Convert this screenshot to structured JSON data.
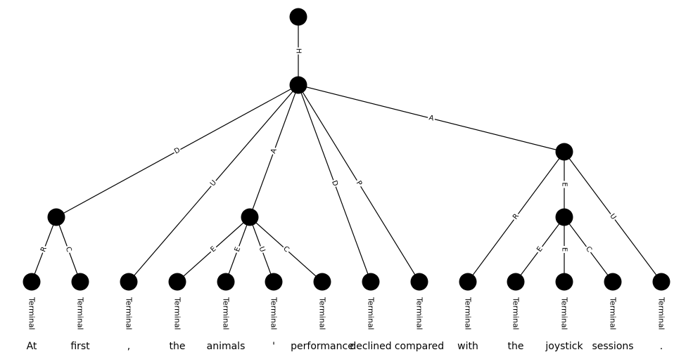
{
  "terminal_label": "Terminal",
  "nodes": [
    {
      "id": "n0"
    },
    {
      "id": "n1"
    },
    {
      "id": "n2"
    },
    {
      "id": "n3"
    },
    {
      "id": "n4"
    },
    {
      "id": "n5"
    }
  ],
  "terminals": [
    {
      "id": "t0",
      "word": "At"
    },
    {
      "id": "t1",
      "word": "first"
    },
    {
      "id": "t2",
      "word": ","
    },
    {
      "id": "t3",
      "word": "the"
    },
    {
      "id": "t4",
      "word": "animals"
    },
    {
      "id": "t5",
      "word": "'"
    },
    {
      "id": "t6",
      "word": "performance"
    },
    {
      "id": "t7",
      "word": "declined"
    },
    {
      "id": "t8",
      "word": "compared"
    },
    {
      "id": "t9",
      "word": "with"
    },
    {
      "id": "t10",
      "word": "the"
    },
    {
      "id": "t11",
      "word": "joystick"
    },
    {
      "id": "t12",
      "word": "sessions"
    },
    {
      "id": "t13",
      "word": "."
    }
  ],
  "edges": [
    {
      "from": "n0",
      "to": "n1",
      "label": "H"
    },
    {
      "from": "n1",
      "to": "n2",
      "label": "D"
    },
    {
      "from": "n1",
      "to": "t2",
      "label": "U"
    },
    {
      "from": "n1",
      "to": "n3",
      "label": "A"
    },
    {
      "from": "n1",
      "to": "t7",
      "label": "D"
    },
    {
      "from": "n1",
      "to": "t8",
      "label": "P"
    },
    {
      "from": "n1",
      "to": "n4",
      "label": "A"
    },
    {
      "from": "n2",
      "to": "t0",
      "label": "R"
    },
    {
      "from": "n2",
      "to": "t1",
      "label": "C"
    },
    {
      "from": "n3",
      "to": "t3",
      "label": "E"
    },
    {
      "from": "n3",
      "to": "t4",
      "label": "E"
    },
    {
      "from": "n3",
      "to": "t5",
      "label": "U"
    },
    {
      "from": "n3",
      "to": "t6",
      "label": "C"
    },
    {
      "from": "n4",
      "to": "t9",
      "label": "R"
    },
    {
      "from": "n4",
      "to": "n5",
      "label": "E"
    },
    {
      "from": "n4",
      "to": "t13",
      "label": "U"
    },
    {
      "from": "n5",
      "to": "t10",
      "label": "E"
    },
    {
      "from": "n5",
      "to": "t11",
      "label": "E"
    },
    {
      "from": "n5",
      "to": "t12",
      "label": "C"
    }
  ]
}
